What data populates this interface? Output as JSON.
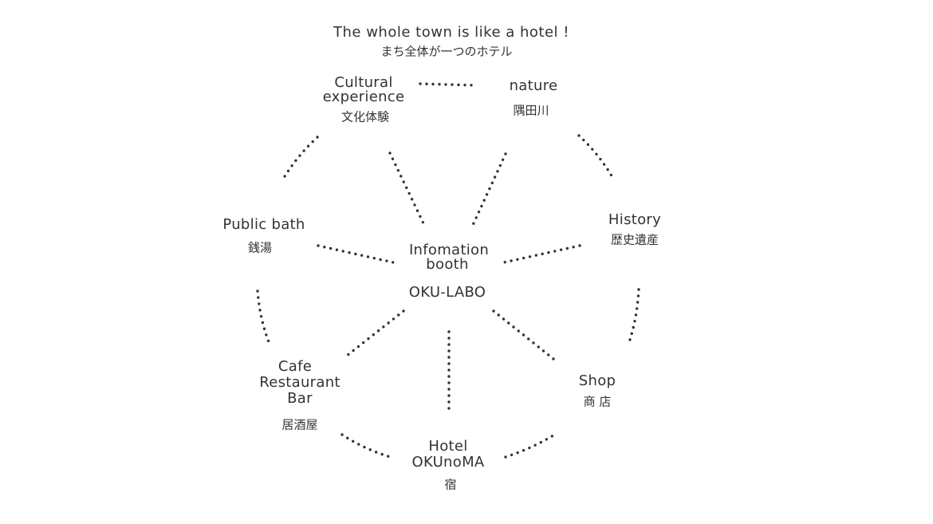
{
  "title": {
    "en": "The whole town is like a hotel !",
    "jp": "まち全体が一つのホテル"
  },
  "nodes": {
    "cultural": {
      "line1": "Cultural",
      "line2": "experience",
      "jp": "文化体験"
    },
    "nature": {
      "en": "nature",
      "jp": "隅田川"
    },
    "public_bath": {
      "en": "Public bath",
      "jp": "銭湯"
    },
    "history": {
      "en": "History",
      "jp": "歴史遺産"
    },
    "center": {
      "line1": "Infomation",
      "line2": "booth",
      "name": "OKU-LABO"
    },
    "cafe": {
      "line1": "Cafe",
      "line2": "Restaurant",
      "line3": "Bar",
      "jp": "居酒屋"
    },
    "shop": {
      "en": "Shop",
      "jp": "商 店"
    },
    "hotel": {
      "line1": "Hotel",
      "line2": "OKUnoMA",
      "jp": "宿"
    }
  },
  "colors": {
    "text": "#333333",
    "dots": "#333333",
    "background": "#ffffff"
  }
}
